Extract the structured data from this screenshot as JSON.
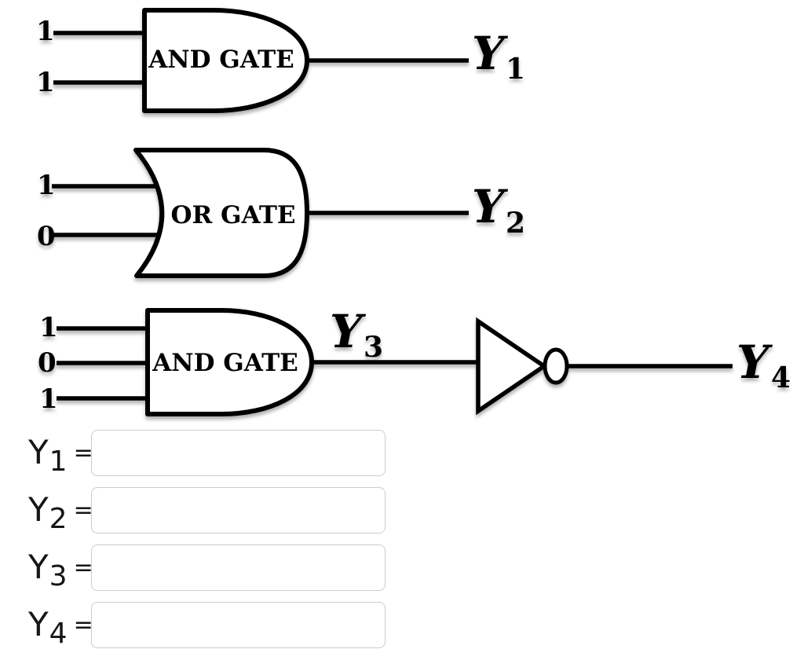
{
  "colors": {
    "ink": "#000000",
    "input_border": "#cccccc",
    "background": "#ffffff"
  },
  "gates": {
    "gate1": {
      "label": "AND GATE",
      "inputs": [
        "1",
        "1"
      ],
      "output_base": "Y",
      "output_sub": "1"
    },
    "gate2": {
      "label": "OR GATE",
      "inputs": [
        "1",
        "0"
      ],
      "output_base": "Y",
      "output_sub": "2"
    },
    "gate3": {
      "label": "AND GATE",
      "inputs": [
        "1",
        "0",
        "1"
      ],
      "output_base": "Y",
      "output_sub": "3"
    },
    "inverter": {
      "output_base": "Y",
      "output_sub": "4"
    }
  },
  "answer_form": {
    "rows": [
      {
        "label_base": "Y",
        "label_sub": "1",
        "equals_sign": "=",
        "value": ""
      },
      {
        "label_base": "Y",
        "label_sub": "2",
        "equals_sign": "=",
        "value": ""
      },
      {
        "label_base": "Y",
        "label_sub": "3",
        "equals_sign": "=",
        "value": ""
      },
      {
        "label_base": "Y",
        "label_sub": "4",
        "equals_sign": "=",
        "value": ""
      }
    ]
  }
}
